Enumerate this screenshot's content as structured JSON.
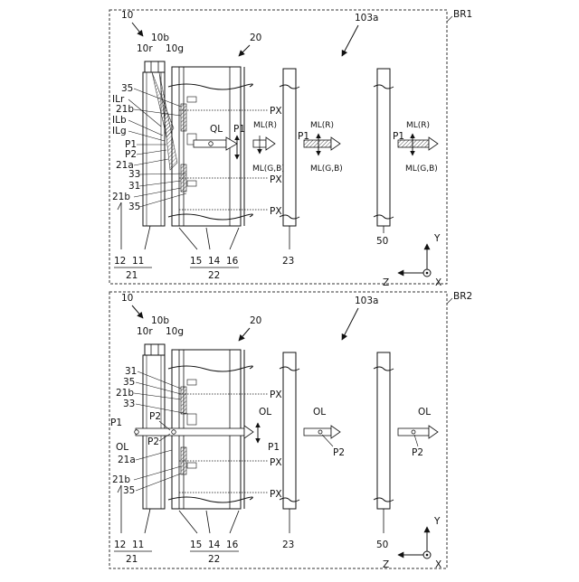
{
  "panels": [
    {
      "id": "BR1",
      "name": "BR1",
      "assembly": "103a",
      "light_source": {
        "ref": "10",
        "blue": "10b",
        "red": "10r",
        "green": "10g"
      },
      "light_guide": {
        "ref": "20"
      },
      "side_labels": [
        "35",
        "ILr",
        "21b",
        "ILb",
        "ILg",
        "P1",
        "P2",
        "21a",
        "33",
        "31",
        "21b",
        "35"
      ],
      "guide_light": "QL",
      "pixel_label": "PX",
      "beams": [
        {
          "polarization": "P1",
          "top": "ML(R)",
          "bottom": "ML(G,B)"
        },
        {
          "polarization": "P1",
          "top": "ML(R)",
          "bottom": "ML(G,B)"
        },
        {
          "polarization": "P1",
          "top": "ML(R)",
          "bottom": "ML(G,B)"
        }
      ],
      "bottom_refs": {
        "a": "12",
        "b": "11",
        "c": "15",
        "d": "14",
        "e": "16",
        "f": "23",
        "g": "50",
        "group_left": "21",
        "group_mid": "22"
      },
      "axes": {
        "y": "Y",
        "z": "Z",
        "x": "X"
      }
    },
    {
      "id": "BR2",
      "name": "BR2",
      "assembly": "103a",
      "light_source": {
        "ref": "10",
        "blue": "10b",
        "red": "10r",
        "green": "10g"
      },
      "light_guide": {
        "ref": "20"
      },
      "side_labels": [
        "31",
        "35",
        "21b",
        "33",
        "P1",
        "OL",
        "P2",
        "P2",
        "21a",
        "21b",
        "35"
      ],
      "pixel_label": "PX",
      "beams": [
        {
          "top": "OL",
          "bottom": "P1"
        },
        {
          "top": "OL",
          "bottom": "P2"
        },
        {
          "top": "OL",
          "bottom": "P2"
        }
      ],
      "bottom_refs": {
        "a": "12",
        "b": "11",
        "c": "15",
        "d": "14",
        "e": "16",
        "f": "23",
        "g": "50",
        "group_left": "21",
        "group_mid": "22"
      },
      "axes": {
        "y": "Y",
        "z": "Z",
        "x": "X"
      }
    }
  ]
}
